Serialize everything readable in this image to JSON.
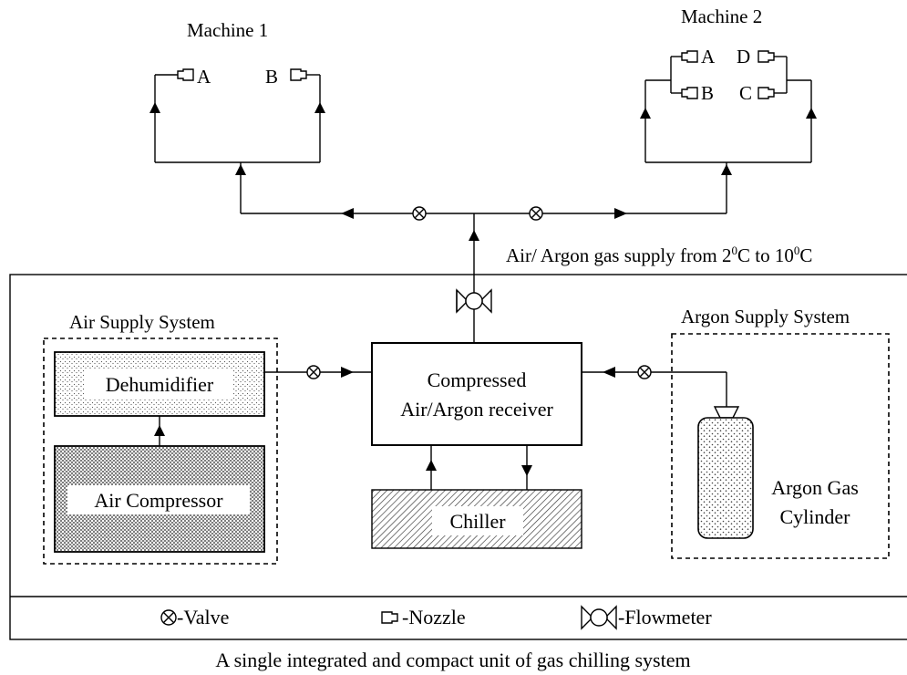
{
  "machine1": {
    "title": "Machine 1",
    "nozzle_a": "A",
    "nozzle_b": "B"
  },
  "machine2": {
    "title": "Machine 2",
    "nozzle_a": "A",
    "nozzle_b": "B",
    "nozzle_c": "C",
    "nozzle_d": "D"
  },
  "supply_label": {
    "prefix": "Air/ Argon gas supply from 2",
    "sup1": "0",
    "mid": "C to 10",
    "sup2": "0",
    "suffix": "C"
  },
  "air_system": {
    "title": "Air Supply System",
    "dehumidifier": "Dehumidifier",
    "compressor": "Air Compressor"
  },
  "receiver": {
    "line1": "Compressed",
    "line2": "Air/Argon receiver"
  },
  "chiller": {
    "label": "Chiller"
  },
  "argon_system": {
    "title": "Argon Supply System",
    "cylinder_line1": "Argon Gas",
    "cylinder_line2": "Cylinder"
  },
  "legend": {
    "valve": "-Valve",
    "nozzle": "-Nozzle",
    "flowmeter": "-Flowmeter"
  },
  "caption": "A single integrated and compact unit of gas chilling system"
}
